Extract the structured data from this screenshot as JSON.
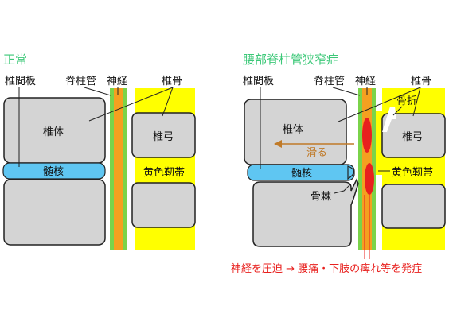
{
  "normal": {
    "title": "正常",
    "labels": {
      "disc": "椎間板",
      "canal": "脊柱管",
      "nerve": "神経",
      "bone": "椎骨",
      "body": "椎体",
      "arch": "椎弓",
      "ligament": "黄色靭帯",
      "nucleus": "髄核"
    }
  },
  "stenosis": {
    "title": "腰部脊柱管狭窄症",
    "labels": {
      "disc": "椎間板",
      "canal": "脊柱管",
      "nerve": "神経",
      "bone": "椎骨",
      "fracture": "骨折",
      "body": "椎体",
      "slip": "滑る",
      "arch": "椎弓",
      "nucleus": "髄核",
      "ligament": "黄色靭帯",
      "spur": "骨棘"
    },
    "caption": "神経を圧迫 → 腰痛・下肢の痺れ等を発症"
  },
  "colors": {
    "title_green": "#3cc878",
    "bone_gray": "#d4d4d4",
    "disc_blue": "#5fc6f2",
    "ligament_yellow": "#ffff00",
    "canal_orange": "#f4a020",
    "nerve_green": "#7ad34a",
    "compression_red": "#e8201e",
    "slip_brown": "#c07a28"
  }
}
